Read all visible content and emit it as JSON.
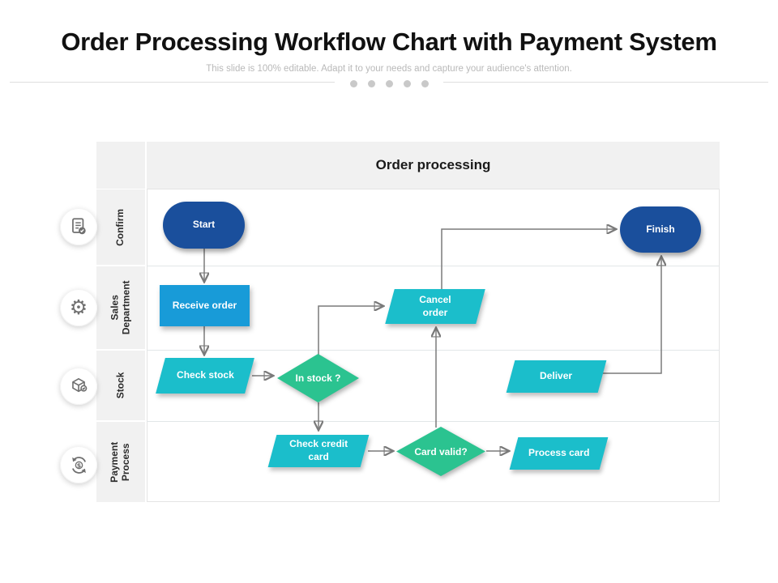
{
  "slide": {
    "title": "Order Processing Workflow Chart with Payment System",
    "subtitle": "This slide is 100% editable. Adapt it to your needs and capture your audience's attention."
  },
  "diagram": {
    "header": "Order processing",
    "lanes": [
      {
        "label": "Confirm",
        "icon": "document-check-icon"
      },
      {
        "label": "Sales Department",
        "icon": "gear-icon"
      },
      {
        "label": "Stock",
        "icon": "package-icon"
      },
      {
        "label": "Payment Process",
        "icon": "money-cycle-icon"
      }
    ],
    "nodes": [
      {
        "id": "start",
        "label": "Start",
        "type": "terminator",
        "lane": "Confirm"
      },
      {
        "id": "receive-order",
        "label": "Receive order",
        "type": "process",
        "lane": "Sales Department"
      },
      {
        "id": "check-stock",
        "label": "Check stock",
        "type": "data",
        "lane": "Stock"
      },
      {
        "id": "in-stock",
        "label": "In stock ?",
        "type": "decision",
        "lane": "Stock"
      },
      {
        "id": "cancel-order",
        "label": "Cancel order",
        "type": "data",
        "lane": "Sales Department"
      },
      {
        "id": "check-credit-card",
        "label": "Check credit card",
        "type": "data",
        "lane": "Payment Process"
      },
      {
        "id": "card-valid",
        "label": "Card valid?",
        "type": "decision",
        "lane": "Payment Process"
      },
      {
        "id": "process-card",
        "label": "Process card",
        "type": "data",
        "lane": "Payment Process"
      },
      {
        "id": "deliver",
        "label": "Deliver",
        "type": "data",
        "lane": "Stock"
      },
      {
        "id": "finish",
        "label": "Finish",
        "type": "terminator",
        "lane": "Confirm"
      }
    ],
    "edges": [
      {
        "from": "Start",
        "to": "Receive order"
      },
      {
        "from": "Receive order",
        "to": "Check stock"
      },
      {
        "from": "Check stock",
        "to": "In stock ?"
      },
      {
        "from": "In stock ?",
        "to": "Check credit card"
      },
      {
        "from": "In stock ?",
        "to": "Cancel order"
      },
      {
        "from": "Cancel order",
        "to": "Finish"
      },
      {
        "from": "Check credit card",
        "to": "Card valid?"
      },
      {
        "from": "Card valid?",
        "to": "Process card"
      },
      {
        "from": "Card valid?",
        "to": "Cancel order"
      },
      {
        "from": "Deliver",
        "to": "Finish"
      }
    ],
    "colors": {
      "terminator": "#1A4F9C",
      "process": "#189BD8",
      "data": "#1BBECB",
      "decision": "#2BC390",
      "arrow": "#7a7a7a",
      "lane_fill": "#f1f1f1"
    }
  }
}
